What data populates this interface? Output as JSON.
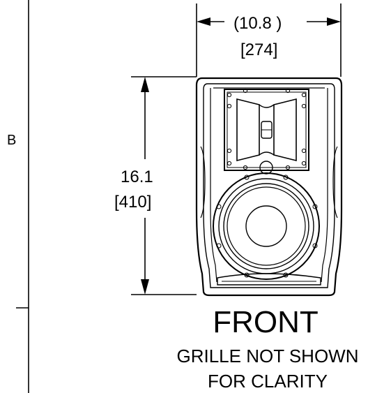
{
  "zone_label": "B",
  "width_dimension": {
    "inches": "(10.8 )",
    "millimeters": "[274]"
  },
  "height_dimension": {
    "inches": "16.1",
    "millimeters": "[410]"
  },
  "view_title": "FRONT",
  "note": {
    "line1": "GRILLE NOT SHOWN",
    "line2": "FOR CLARITY"
  },
  "colors": {
    "line": "#000000",
    "background": "#ffffff"
  }
}
